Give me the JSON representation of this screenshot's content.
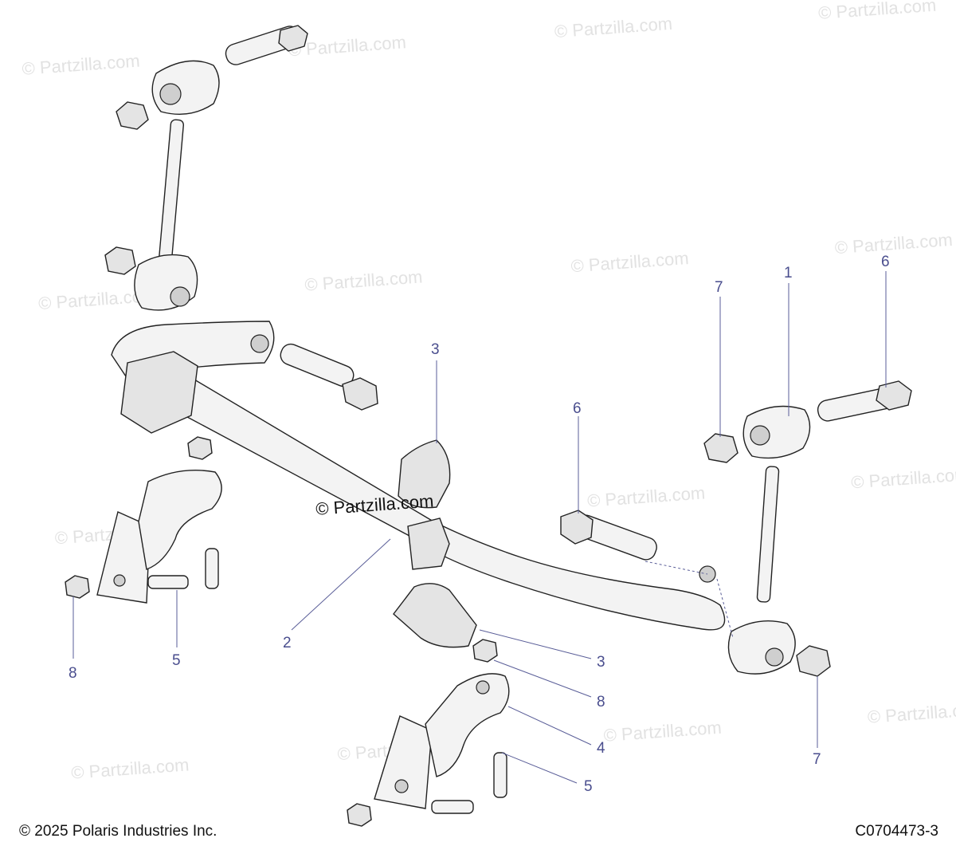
{
  "watermark": "© Partzilla.com",
  "callouts": {
    "c1": "1",
    "c2": "2",
    "c3a": "3",
    "c3b": "3",
    "c4": "4",
    "c5a": "5",
    "c5b": "5",
    "c6a": "6",
    "c6b": "6",
    "c7a": "7",
    "c7b": "7",
    "c8a": "8",
    "c8b": "8"
  },
  "footer": {
    "copyright": "© 2025 Polaris Industries Inc.",
    "diagram_id": "C0704473-3"
  }
}
